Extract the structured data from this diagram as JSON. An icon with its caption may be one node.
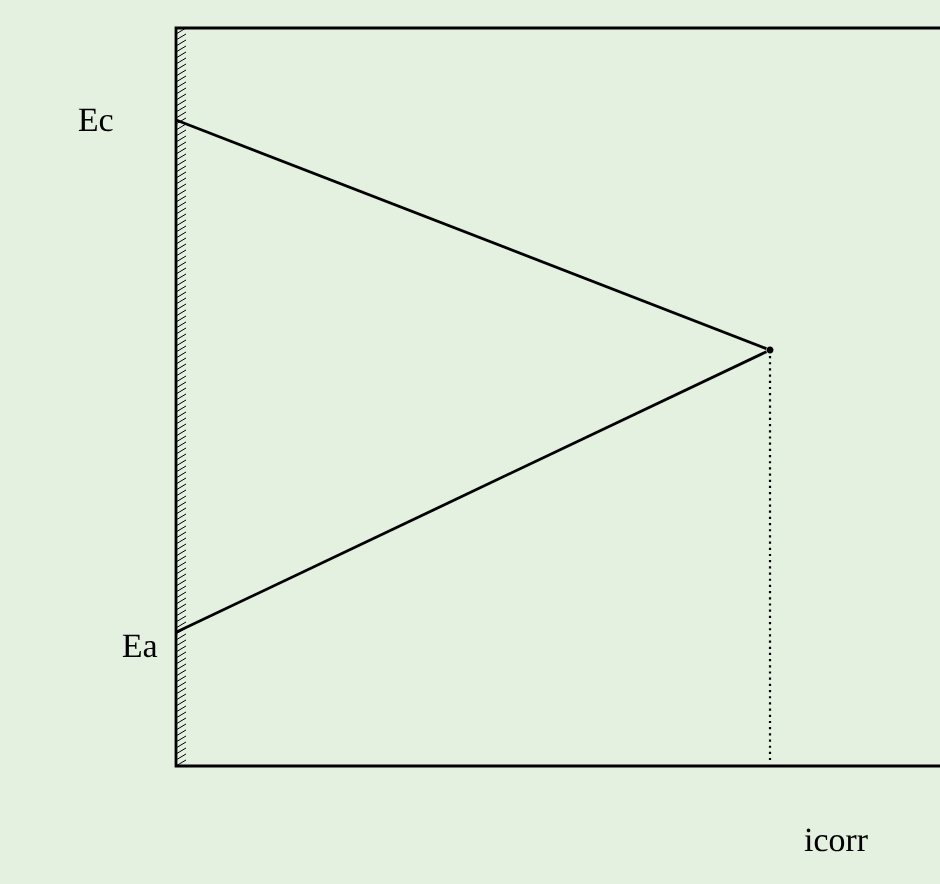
{
  "diagram": {
    "nodes": [
      {
        "text": [
          "Ec"
        ]
      },
      {
        "text": [
          "Ea"
        ]
      },
      {
        "text": [],
        "shape": "circle"
      }
    ],
    "edges": [
      {
        "from": 0,
        "to": 2,
        "arrow": "none"
      },
      {
        "from": 1,
        "to": 2,
        "arrow": "none"
      }
    ],
    "labels": [
      "icorr"
    ]
  }
}
